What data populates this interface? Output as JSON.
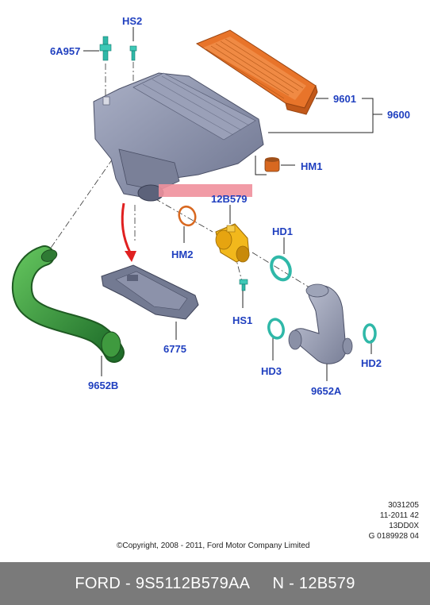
{
  "callouts": {
    "hs2": "HS2",
    "a6a957": "6A957",
    "p9601": "9601",
    "p9600": "9600",
    "hm1": "HM1",
    "p12b579": "12B579",
    "hd1": "HD1",
    "hm2": "HM2",
    "hs1": "HS1",
    "p6775": "6775",
    "hd3": "HD3",
    "hd2": "HD2",
    "p9652b": "9652B",
    "p9652a": "9652A"
  },
  "meta": {
    "line1": "3031205",
    "line2": "11-2011 42",
    "line3": "13DD0X",
    "line4": "G 0189928 04"
  },
  "copyright": "©Copyright, 2008 - 2011, Ford Motor Company Limited",
  "footer": {
    "text": "FORD - 9S5112B579AA     N - 12B579"
  },
  "colors": {
    "callout_text": "#1f3fbf",
    "highlight_band": "#f0909c",
    "filter_orange": "#e8742a",
    "housing_grey": "#8b92ab",
    "hose_green": "#3f9a3f",
    "clamp_teal": "#2fb8a8",
    "sensor_yellow": "#f2b81c",
    "arrow_red": "#e02020",
    "footer_bg": "#7a7a7a"
  }
}
